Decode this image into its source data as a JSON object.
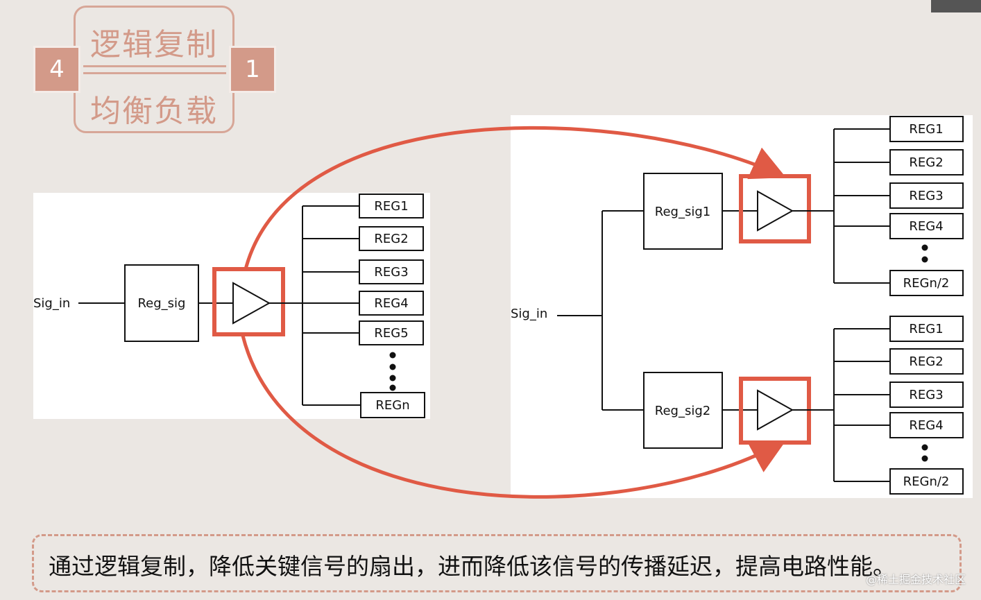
{
  "header": {
    "top_text": "逻辑复制",
    "bottom_text": "均衡负载",
    "left_number": "4",
    "right_number": "1"
  },
  "left_diagram": {
    "input": "Sig_in",
    "register": "Reg_sig",
    "outputs": [
      "REG1",
      "REG2",
      "REG3",
      "REG4",
      "REG5",
      "REGn"
    ]
  },
  "right_diagram": {
    "input": "Sig_in",
    "top_register": "Reg_sig1",
    "bottom_register": "Reg_sig2",
    "top_outputs": [
      "REG1",
      "REG2",
      "REG3",
      "REG4",
      "REGn/2"
    ],
    "bottom_outputs": [
      "REG1",
      "REG2",
      "REG3",
      "REG4",
      "REGn/2"
    ]
  },
  "caption": "通过逻辑复制，降低关键信号的扇出，进而降低该信号的传播延迟，提高电路性能。",
  "watermark": "@稀土掘金技术社区",
  "colors": {
    "accent": "#d39a89",
    "highlight": "#e05a45"
  }
}
